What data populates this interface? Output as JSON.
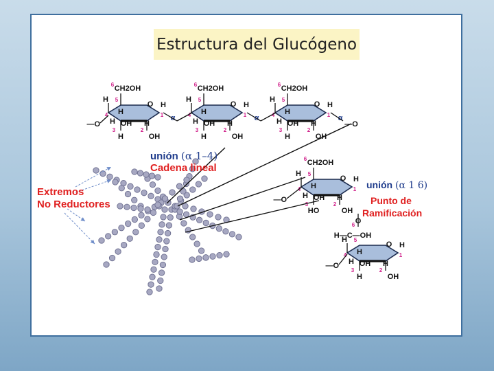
{
  "title": "Estructura del Glucógeno",
  "labels": {
    "union_14_prefix": "unión",
    "union_14_code": "(α 1–4)",
    "cadena_lineal": "Cadena lineal",
    "extremos_line1": "Extremos",
    "extremos_line2": "No Reductores",
    "union_16_prefix": "unión",
    "union_16_code": "(α 1  6)",
    "punto_line1": "Punto de",
    "punto_line2": "Ramificación"
  },
  "ring": {
    "ch2oh": "CH2OH",
    "h": "H",
    "oh": "OH",
    "o": "O",
    "ho": "HO",
    "c": "C",
    "alpha": "α",
    "bond": "—O",
    "carbons": [
      "1",
      "2",
      "3",
      "4",
      "5",
      "6"
    ]
  },
  "colors": {
    "ring_fill": "#a9bedc",
    "ring_stroke": "#1b2a4d",
    "bead": "#a7a8c2",
    "label_red": "#e02020",
    "label_navy": "#1f3c8c",
    "number_magenta": "#d0208a",
    "arrow_blue": "#6d8cc9"
  }
}
